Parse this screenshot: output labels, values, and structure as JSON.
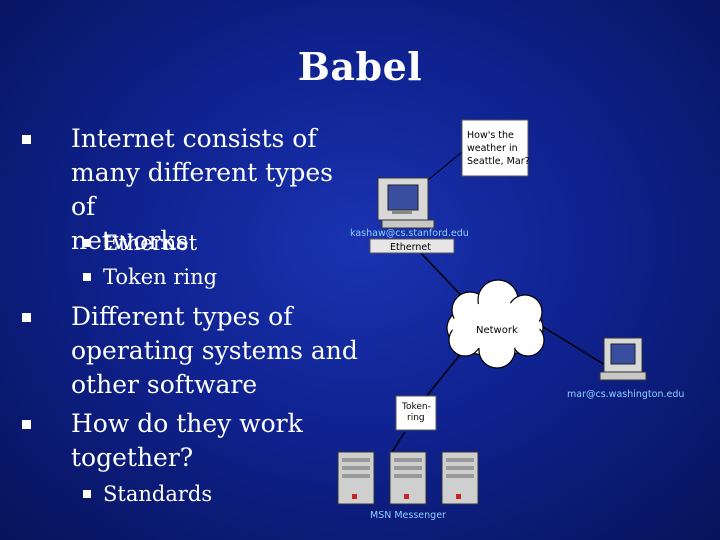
{
  "title": "Babel",
  "bullets": [
    {
      "level": 1,
      "text_lines": [
        "Internet consists of",
        "many different types of",
        "networks"
      ]
    },
    {
      "level": 2,
      "text": "Ethernet"
    },
    {
      "level": 2,
      "text": "Token ring"
    },
    {
      "level": 1,
      "text_lines": [
        "Different types of",
        "operating systems and",
        "other software"
      ]
    },
    {
      "level": 1,
      "text_lines": [
        "How do they work",
        "together?"
      ]
    },
    {
      "level": 2,
      "text": "Standards"
    }
  ],
  "diagram": {
    "speech_bubble": [
      "How's the",
      "weather in",
      "Seattle, Mar?"
    ],
    "left_user": "kashaw@cs.stanford.edu",
    "ethernet_label": "Ethernet",
    "network_label": "Network",
    "right_user": "mar@cs.washington.edu",
    "token_ring_label": [
      "Token-",
      "ring"
    ],
    "servers_label": "MSN Messenger"
  },
  "colors": {
    "background": "#0f2290",
    "text": "#ffffff",
    "diagram_label": "#8fd0ff"
  }
}
